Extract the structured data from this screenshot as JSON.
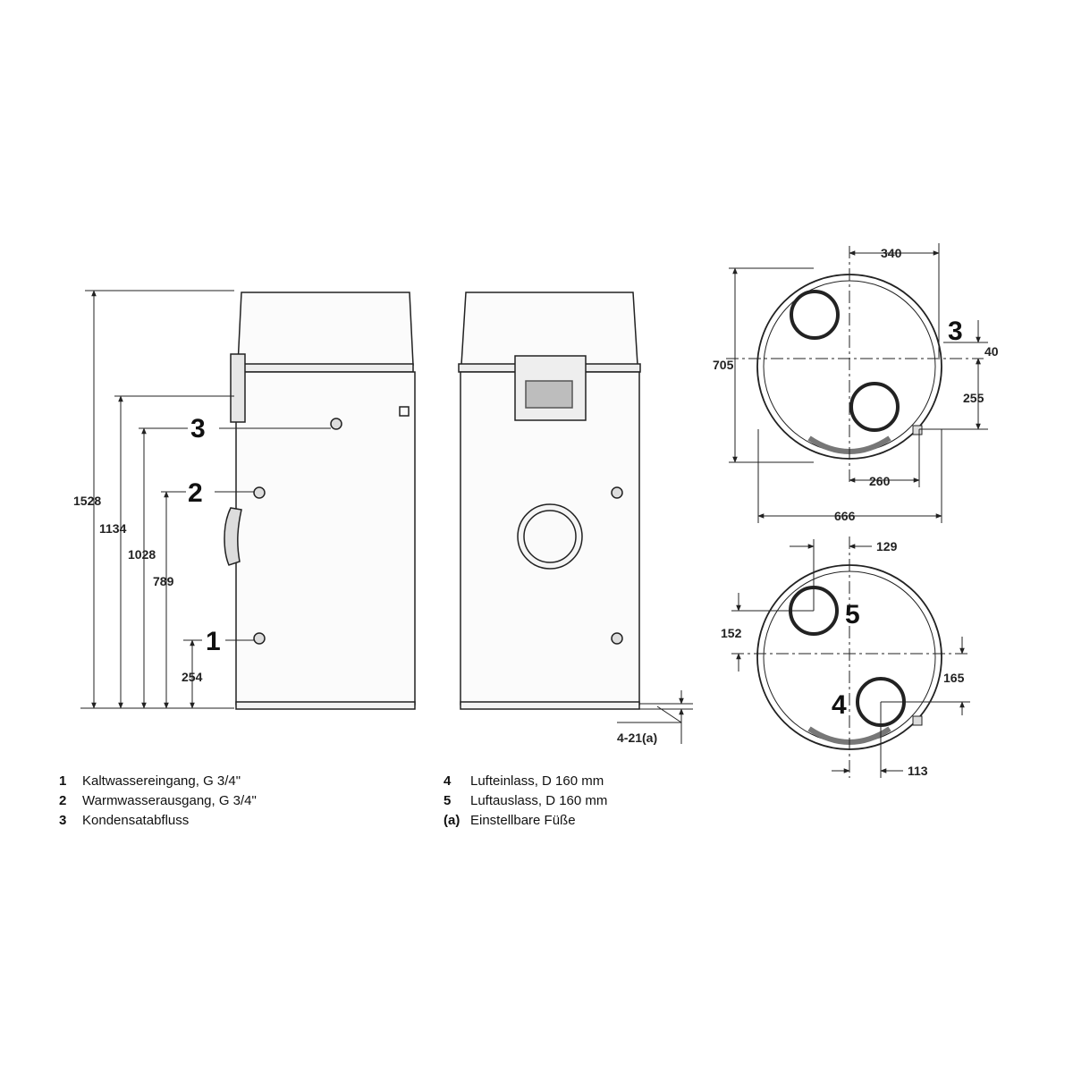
{
  "side_view": {
    "markers": {
      "m1": "1",
      "m2": "2",
      "m3": "3"
    },
    "dimensions": {
      "d1528": "1528",
      "d1134": "1134",
      "d1028": "1028",
      "d789": "789",
      "d254": "254"
    }
  },
  "front_view": {
    "feet_label": "4-21(a)"
  },
  "top_view_upper": {
    "marker": "3",
    "dimensions": {
      "d340": "340",
      "d705": "705",
      "d40": "40",
      "d255": "255",
      "d260": "260",
      "d666": "666"
    }
  },
  "top_view_lower": {
    "markers": {
      "m5": "5",
      "m4": "4"
    },
    "dimensions": {
      "d129": "129",
      "d152": "152",
      "d165": "165",
      "d113": "113"
    }
  },
  "legend": {
    "left": [
      {
        "key": "1",
        "text": "Kaltwassereingang, G 3/4\""
      },
      {
        "key": "2",
        "text": "Warmwasserausgang, G 3/4\""
      },
      {
        "key": "3",
        "text": "Kondensatabfluss"
      }
    ],
    "right": [
      {
        "key": "4",
        "text": "Lufteinlass, D 160 mm"
      },
      {
        "key": "5",
        "text": "Luftauslass, D 160 mm"
      },
      {
        "key": "(a)",
        "text": "Einstellbare Füße"
      }
    ]
  }
}
